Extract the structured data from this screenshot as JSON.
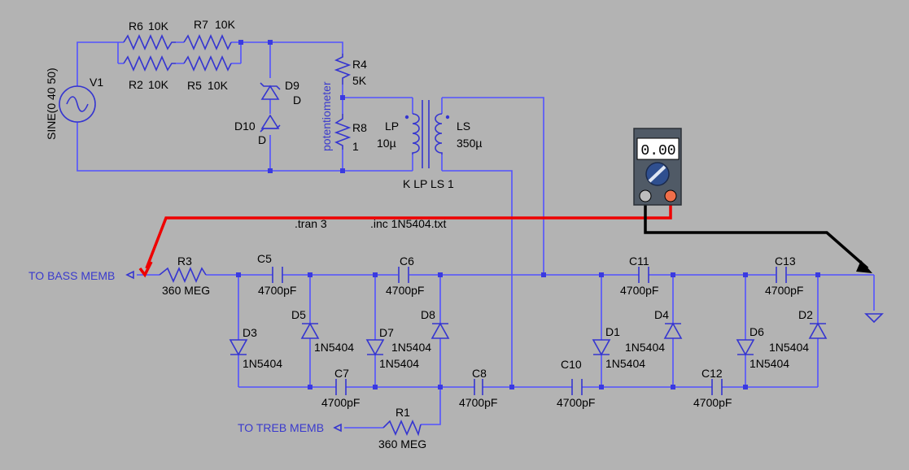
{
  "source": {
    "name": "V1",
    "value": "SINE(0 40 50)"
  },
  "resistors": [
    {
      "name": "R6",
      "value": "10K"
    },
    {
      "name": "R7",
      "value": "10K"
    },
    {
      "name": "R2",
      "value": "10K"
    },
    {
      "name": "R5",
      "value": "10K"
    },
    {
      "name": "R4",
      "value": "5K"
    },
    {
      "name": "R8",
      "value": "1"
    },
    {
      "name": "R3",
      "value": "360 MEG"
    },
    {
      "name": "R1",
      "value": "360 MEG"
    }
  ],
  "zeners": [
    {
      "name": "D9",
      "value": "D"
    },
    {
      "name": "D10",
      "value": "D"
    }
  ],
  "potentiometer_label": "potentiometer",
  "inductors": [
    {
      "name": "LP",
      "value": "10µ"
    },
    {
      "name": "LS",
      "value": "350µ"
    }
  ],
  "coupling": "K LP LS 1",
  "directives": {
    "tran": ".tran 3",
    "include": ".inc 1N5404.txt"
  },
  "capacitors": [
    {
      "name": "C5",
      "value": "4700pF"
    },
    {
      "name": "C6",
      "value": "4700pF"
    },
    {
      "name": "C7",
      "value": "4700pF"
    },
    {
      "name": "C8",
      "value": "4700pF"
    },
    {
      "name": "C10",
      "value": "4700pF"
    },
    {
      "name": "C11",
      "value": "4700pF"
    },
    {
      "name": "C12",
      "value": "4700pF"
    },
    {
      "name": "C13",
      "value": "4700pF"
    }
  ],
  "diodes": [
    {
      "name": "D3",
      "value": "1N5404"
    },
    {
      "name": "D5",
      "value": "1N5404"
    },
    {
      "name": "D7",
      "value": "1N5404"
    },
    {
      "name": "D8",
      "value": "1N5404"
    },
    {
      "name": "D1",
      "value": "1N5404"
    },
    {
      "name": "D4",
      "value": "1N5404"
    },
    {
      "name": "D6",
      "value": "1N5404"
    },
    {
      "name": "D2",
      "value": "1N5404"
    }
  ],
  "net_labels": {
    "bass": "TO BASS MEMB",
    "treb": "TO TREB MEMB"
  },
  "multimeter": {
    "reading": "0.00"
  },
  "colors": {
    "background": "#b3b3b3",
    "wire": "#5252ff",
    "probe_red": "#ee0000",
    "probe_black": "#000000"
  }
}
